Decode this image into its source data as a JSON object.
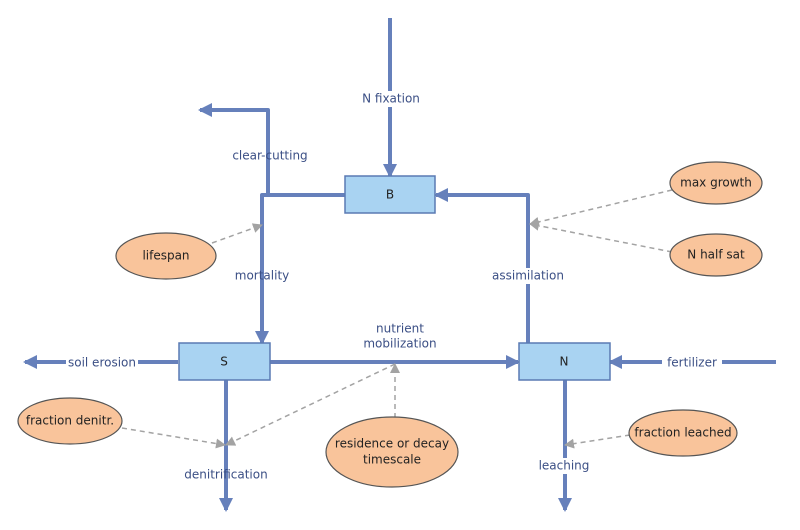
{
  "stocks": {
    "biomass": "B",
    "soil": "S",
    "nitrogen": "N"
  },
  "flows": {
    "n_fixation": "N fixation",
    "clear_cutting": "clear-cutting",
    "mortality": "mortality",
    "assimilation": "assimilation",
    "nutrient_mobilization_line1": "nutrient",
    "nutrient_mobilization_line2": "mobilization",
    "soil_erosion": "soil erosion",
    "fertilizer": "fertilizer",
    "denitrification": "denitrification",
    "leaching": "leaching"
  },
  "variables": {
    "max_growth": "max growth",
    "n_half_sat": "N half sat",
    "lifespan": "lifespan",
    "fraction_denitr": "fraction denitr.",
    "residence_line1": "residence or decay",
    "residence_line2": "timescale",
    "fraction_leached": "fraction leached"
  },
  "colors": {
    "flow": "#6680bb",
    "stock_fill": "#a9d3f2",
    "variable_fill": "#f9c49b",
    "info_link": "#a3a3a3"
  }
}
